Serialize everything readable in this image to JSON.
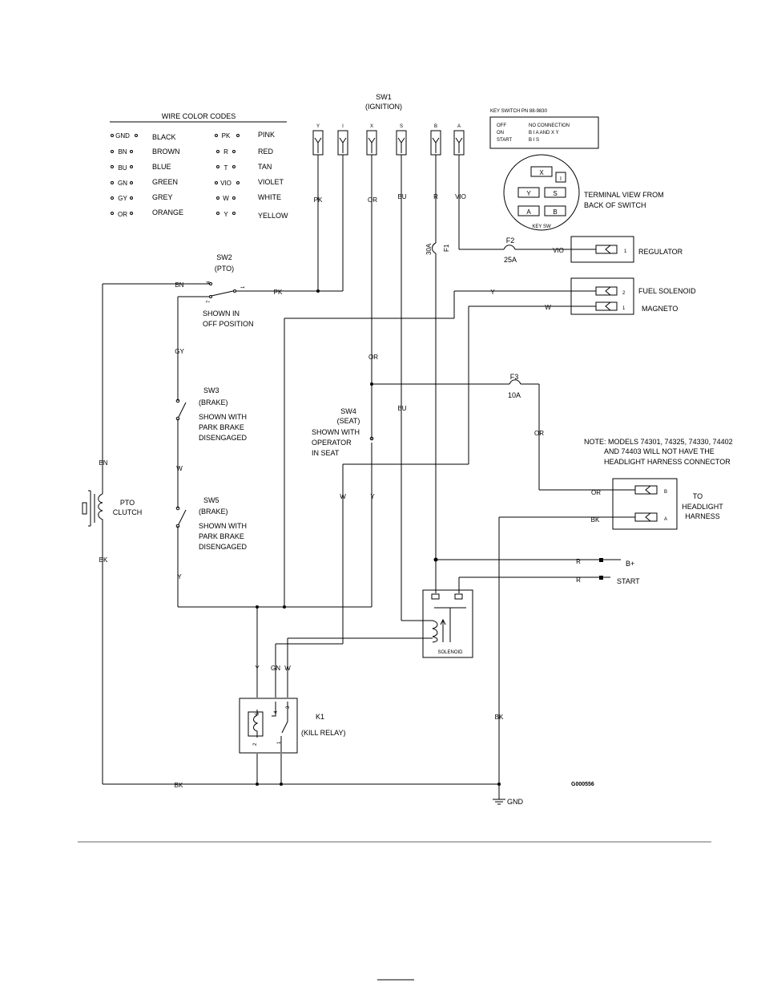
{
  "legend": {
    "title": "WIRE COLOR CODES",
    "left": [
      {
        "code": "GND",
        "color": "BLACK"
      },
      {
        "code": "BN",
        "color": "BROWN"
      },
      {
        "code": "BU",
        "color": "BLUE"
      },
      {
        "code": "GN",
        "color": "GREEN"
      },
      {
        "code": "GY",
        "color": "GREY"
      },
      {
        "code": "OR",
        "color": "ORANGE"
      }
    ],
    "right": [
      {
        "code": "PK",
        "color": "PINK"
      },
      {
        "code": "R",
        "color": "RED"
      },
      {
        "code": "T",
        "color": "TAN"
      },
      {
        "code": "VIO",
        "color": "VIOLET"
      },
      {
        "code": "W",
        "color": "WHITE"
      },
      {
        "code": "Y",
        "color": "YELLOW"
      }
    ]
  },
  "sw1": {
    "title": "SW1",
    "subtitle": "(IGNITION)",
    "terminals": [
      "Y",
      "I",
      "X",
      "S",
      "B",
      "A"
    ],
    "wires": [
      "PK",
      "OR",
      "BU",
      "R",
      "VIO"
    ]
  },
  "key_switch": {
    "title": "KEY SWITCH PN 88-9830",
    "rows": [
      {
        "state": "OFF",
        "value": "NO CONNECTION"
      },
      {
        "state": "ON",
        "value": "B I A     AND   X Y"
      },
      {
        "state": "START",
        "value": "B I S"
      }
    ],
    "terminal_labels": [
      "X",
      "I",
      "Y",
      "S",
      "A",
      "B"
    ],
    "caption": "KEY SW",
    "view_label_1": "TERMINAL VIEW FROM",
    "view_label_2": "BACK OF SWITCH"
  },
  "fuses": {
    "f1_rating": "30A",
    "f1_name": "F1",
    "f2_name": "F2",
    "f2_rating": "25A",
    "f3_name": "F3",
    "f3_rating": "10A"
  },
  "regulator": {
    "label": "REGULATOR",
    "wire": "VIO",
    "pin": "1"
  },
  "fuel_box": {
    "fuel_label": "FUEL SOLENOID",
    "magneto_label": "MAGNETO",
    "wire_y": "Y",
    "wire_w": "W",
    "pin2": "2",
    "pin1": "1"
  },
  "sw2": {
    "title": "SW2",
    "subtitle": "(PTO)",
    "note_1": "SHOWN IN",
    "note_2": "OFF POSITION",
    "wire_in": "BN",
    "wire_out": "PK",
    "pin_4": "4",
    "pin_7": "7",
    "pin_1": "1"
  },
  "sw3": {
    "title": "SW3",
    "subtitle": "(BRAKE)",
    "note_1": "SHOWN WITH",
    "note_2": "PARK BRAKE",
    "note_3": "DISENGAGED"
  },
  "sw4": {
    "title": "SW4",
    "subtitle": "(SEAT)",
    "note_1": "SHOWN WITH",
    "note_2": "OPERATOR",
    "note_3": "IN SEAT"
  },
  "sw5": {
    "title": "SW5",
    "subtitle": "(BRAKE)",
    "note_1": "SHOWN WITH",
    "note_2": "PARK BRAKE",
    "note_3": "DISENGAGED"
  },
  "pto_clutch": {
    "label_1": "PTO",
    "label_2": "CLUTCH"
  },
  "wire_labels": {
    "gy": "GY",
    "w_mid": "W",
    "y_low": "Y",
    "bn_left": "BN",
    "bk_left": "BK",
    "or_mid": "OR",
    "bu_mid": "BU",
    "or_right": "OR",
    "w_sw4": "W",
    "y_sw4": "Y",
    "or_hl": "OR",
    "bk_hl": "BK",
    "r_bplus": "R",
    "r_start": "R",
    "k1_y": "Y",
    "k1_gn": "GN",
    "k1_w": "W",
    "bk_right": "BK",
    "bk_bottom": "BK"
  },
  "headlight": {
    "note_1": "NOTE:  MODELS 74301, 74325, 74330, 74402",
    "note_2": "AND 74403 WILL NOT HAVE THE",
    "note_3": "HEADLIGHT HARNESS CONNECTOR",
    "to_1": "TO",
    "to_2": "HEADLIGHT",
    "to_3": "HARNESS",
    "pin_b": "B",
    "pin_a": "A"
  },
  "battery": {
    "bplus": "B+",
    "start": "START"
  },
  "solenoid": {
    "label": "SOLENOID"
  },
  "k1": {
    "title": "K1",
    "subtitle": "(KILL RELAY)",
    "pin_3": "3",
    "pin_4": "4",
    "pin_1": "1",
    "pin_2": "2",
    "pin_5": "5"
  },
  "ground": {
    "label": "GND"
  },
  "drawing_number": "G000556"
}
